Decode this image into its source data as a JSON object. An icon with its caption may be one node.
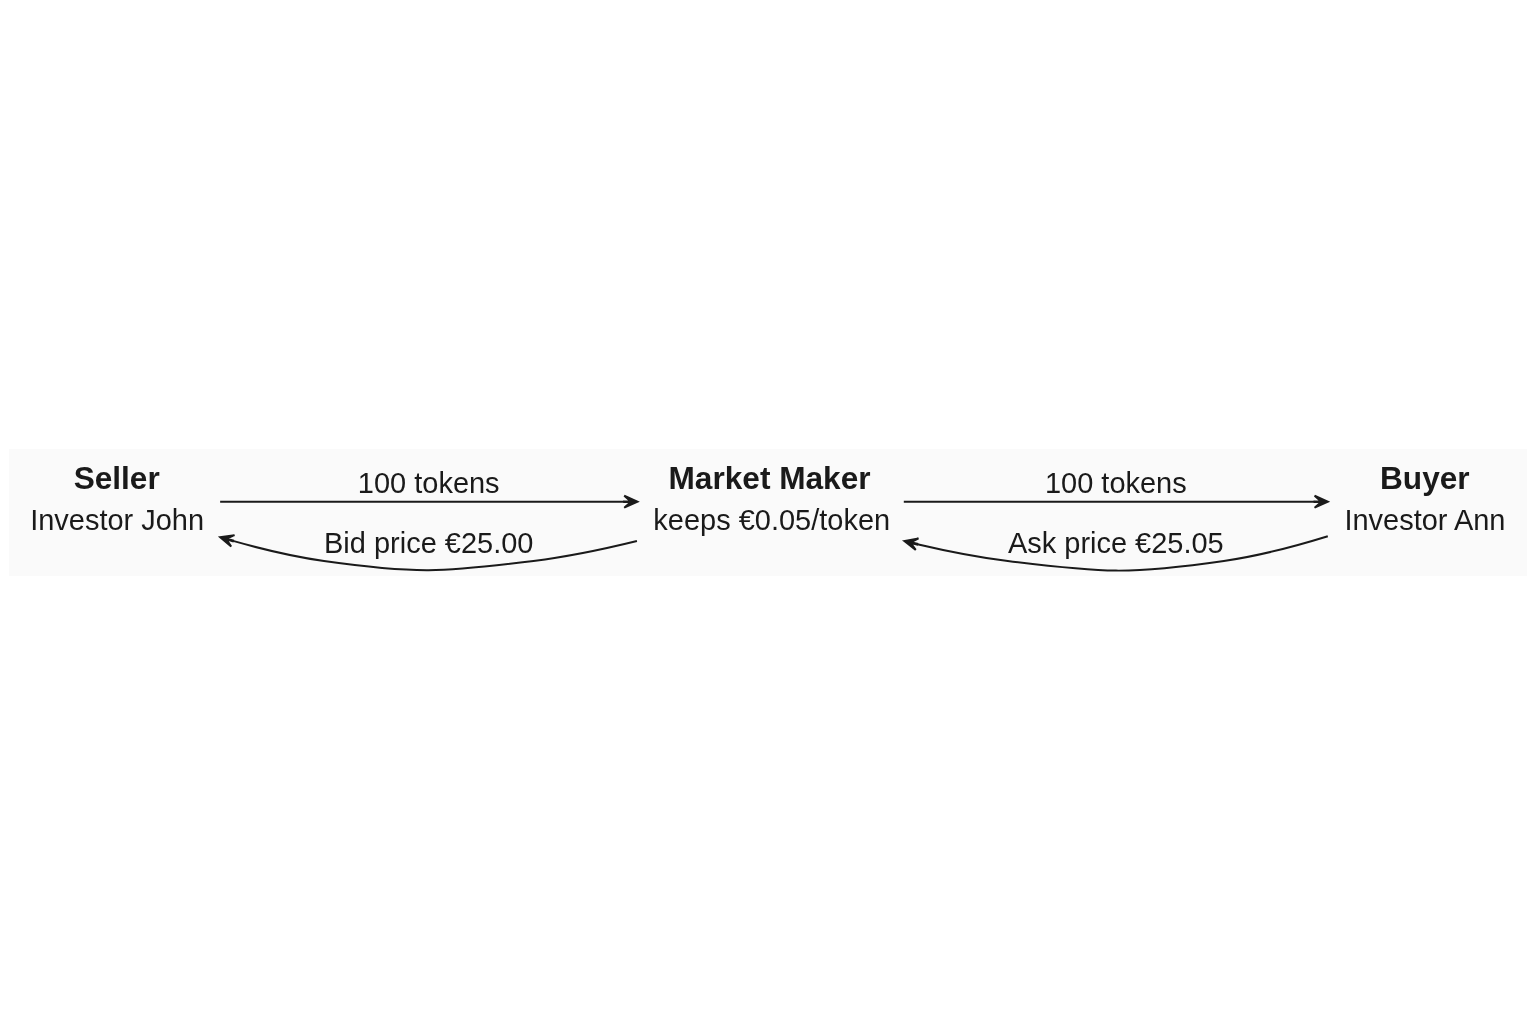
{
  "diagram": {
    "nodes": [
      {
        "text": [
          "Seller",
          "Investor John"
        ]
      },
      {
        "text": [
          "Market Maker",
          "keeps €0.05/token"
        ]
      },
      {
        "text": [
          "Buyer",
          "Investor Ann"
        ]
      }
    ],
    "edges": [
      {
        "from": 0,
        "to": 1,
        "arrow": "to",
        "label": "100 tokens"
      },
      {
        "from": 1,
        "to": 2,
        "arrow": "to",
        "label": "100 tokens"
      },
      {
        "from": 1,
        "to": 0,
        "arrow": "to",
        "label": "Bid price €25.00"
      },
      {
        "from": 2,
        "to": 1,
        "arrow": "to",
        "label": "Ask price €25.05"
      }
    ]
  }
}
